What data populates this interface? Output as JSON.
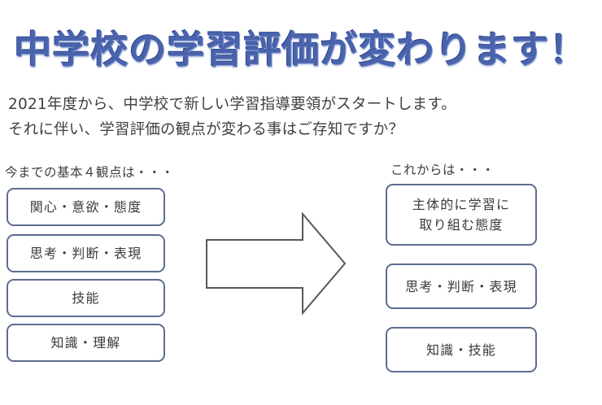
{
  "title": "中学校の学習評価が変わります！",
  "intro": {
    "line1": "2021年度から、中学校で新しい学習指導要領がスタートします。",
    "line2": "それに伴い、学習評価の観点が変わる事はご存知ですか？"
  },
  "left_column": {
    "caption": "今までの基本４観点は・・・",
    "items": [
      {
        "line1": "関心・意欲・態度"
      },
      {
        "line1": "思考・判断・表現"
      },
      {
        "line1": "技能"
      },
      {
        "line1": "知識・理解"
      }
    ]
  },
  "right_column": {
    "caption": "これからは・・・",
    "items": [
      {
        "line1": "主体的に学習に",
        "line2": "取り組む態度"
      },
      {
        "line1": "思考・判断・表現"
      },
      {
        "line1": "知識・技能"
      }
    ]
  },
  "arrow": {
    "icon": "right-block-arrow-icon",
    "direction": "right",
    "stroke": "#595959",
    "fill": "#ffffff"
  },
  "colors": {
    "background": "#ffffff",
    "title_text": "#4a63ad",
    "body_text": "#3f3f3f",
    "box_border": "#5c6c8f",
    "box_fill": "#ffffff"
  }
}
